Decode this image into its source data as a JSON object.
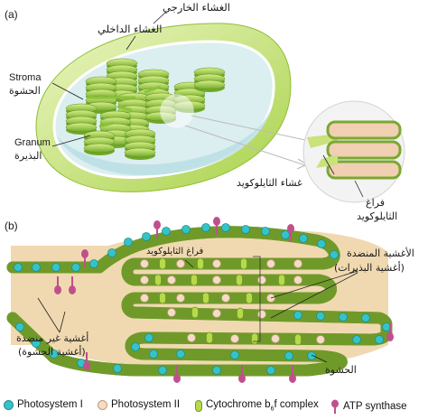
{
  "panel_a": {
    "tag": "(a)",
    "outer_membrane": "الغشاء الخارجي",
    "inner_membrane": "الغشاء الداخلي",
    "stroma_en": "Stroma",
    "stroma_ar": "الحشوة",
    "granum_en": "Granum",
    "granum_ar": "البذيرة",
    "thylakoid_membrane": "غشاء الثايلوكويد",
    "thylakoid_space_1": "فراغ",
    "thylakoid_space_2": "الثايلوكويد"
  },
  "panel_b": {
    "tag": "(b)",
    "lumen": "فراغ الثايلوكويد",
    "stacked_1": "الأغشية المنضدة",
    "stacked_2": "(أغشية البذيرات)",
    "unstacked_1": "أغشية غير منضدة",
    "unstacked_2": "(أغشية الحشوة)",
    "stroma": "الحشوة"
  },
  "legend": {
    "ps1": "Photosystem I",
    "ps2": "Photosystem II",
    "cyt_pre": "Cytochrome b",
    "cyt_sub": "6",
    "cyt_post": "f complex",
    "atp": "ATP synthase"
  },
  "colors": {
    "membrane": "#c5df80",
    "membrane_edge": "#6f9a2a",
    "stroma": "#f0d9b0",
    "ps1": "#36c3c8",
    "ps2": "#f4dcc6",
    "cyt": "#b7d94a",
    "atp": "#c0508c"
  }
}
